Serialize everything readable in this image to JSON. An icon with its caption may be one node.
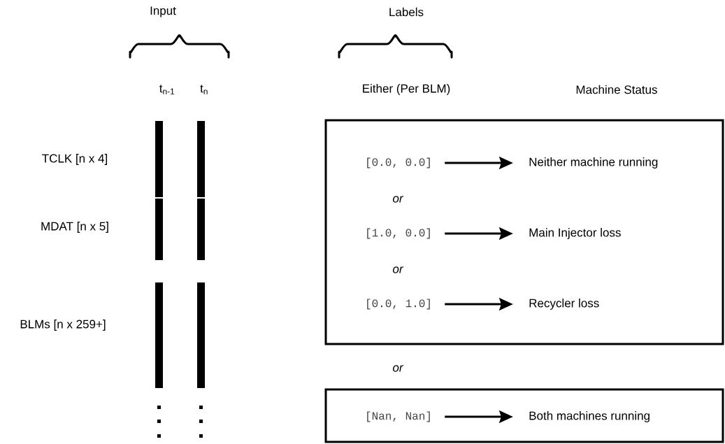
{
  "diagram": {
    "nodes": [
      {
        "text": [],
        "shape": "box"
      },
      {
        "text": [
          "[0.0, 0.0]"
        ],
        "in": 0
      },
      {
        "text": [
          "Neither machine running"
        ],
        "in": 0
      },
      {
        "text": [
          "[1.0, 0.0]"
        ],
        "in": 0
      },
      {
        "text": [
          "Main Injector loss"
        ],
        "in": 0
      },
      {
        "text": [
          "[0.0, 1.0]"
        ],
        "in": 0
      },
      {
        "text": [
          "Recycler loss"
        ],
        "in": 0
      },
      {
        "text": [],
        "shape": "box"
      },
      {
        "text": [
          "[Nan, Nan]"
        ],
        "in": 7
      },
      {
        "text": [
          "Both machines running"
        ],
        "in": 7
      }
    ],
    "edges": [
      {
        "from": 1,
        "to": 2,
        "arrow": "to"
      },
      {
        "from": 3,
        "to": 4,
        "arrow": "to"
      },
      {
        "from": 5,
        "to": 6,
        "arrow": "to"
      },
      {
        "from": 8,
        "to": 9,
        "arrow": "to"
      }
    ],
    "labels": [
      "Input",
      "Labels",
      "t$_{n-1}$",
      "t$_{n}$",
      "Either (Per BLM)",
      "Machine Status",
      "TCLK [n x 4]",
      "or",
      "MDAT [n x 5]",
      "or",
      "BLMs [n x 259+]",
      "or"
    ]
  }
}
